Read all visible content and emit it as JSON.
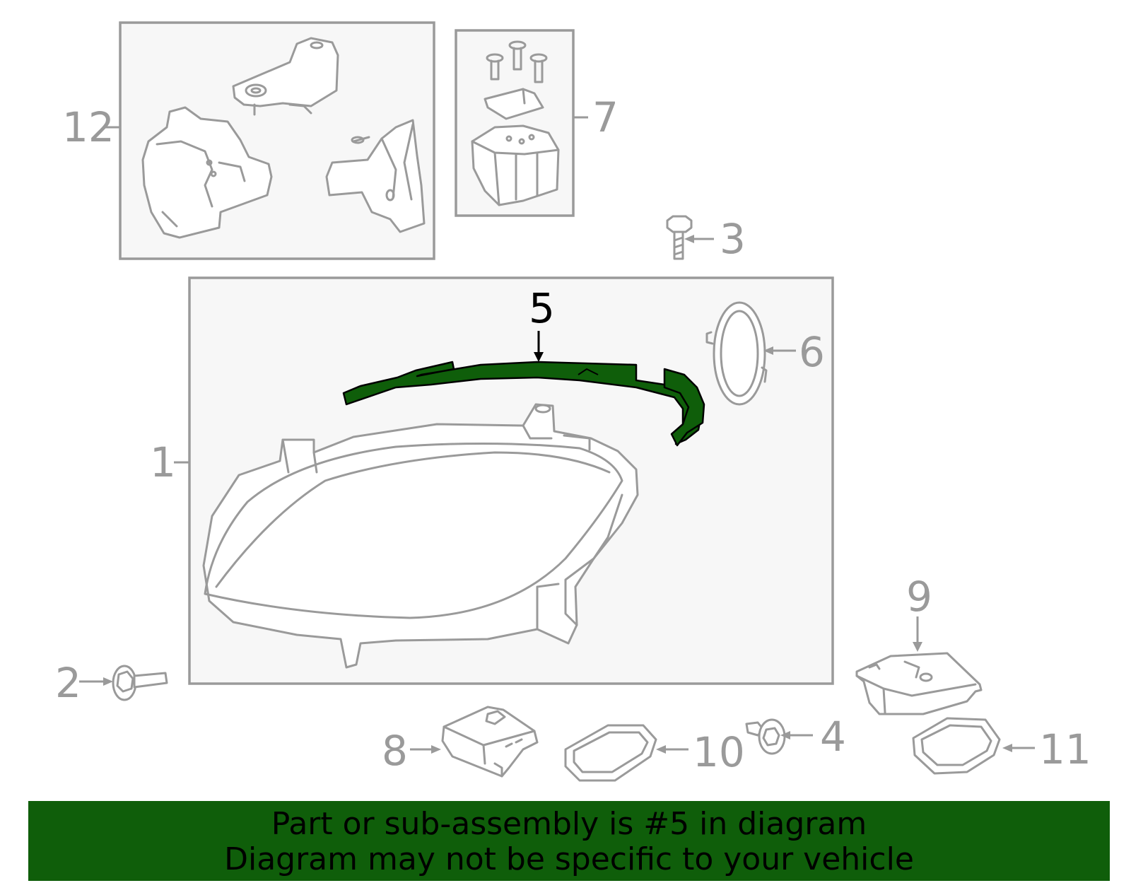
{
  "callouts": {
    "c1": "1",
    "c2": "2",
    "c3": "3",
    "c4": "4",
    "c5": "5",
    "c6": "6",
    "c7": "7",
    "c8": "8",
    "c9": "9",
    "c10": "10",
    "c11": "11",
    "c12": "12"
  },
  "highlighted_part": "5",
  "banner": {
    "line1": "Part or sub-assembly is #5 in diagram",
    "line2": "Diagram may not be specific to your vehicle"
  },
  "colors": {
    "highlight": "#0f5e0a",
    "line": "#9a9a9a",
    "panel": "#f7f7f7"
  }
}
